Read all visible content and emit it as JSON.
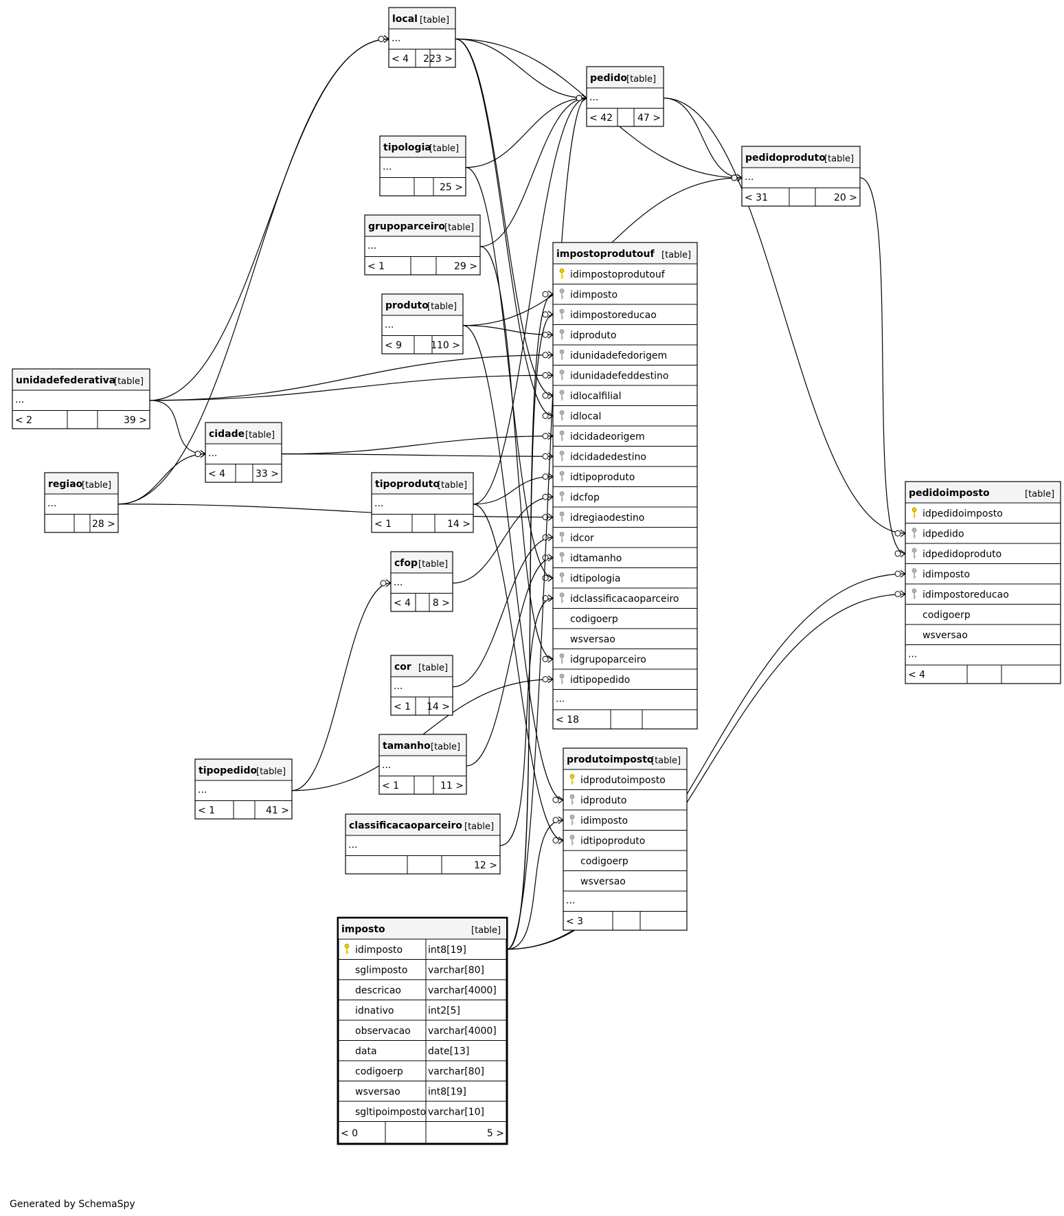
{
  "footer": "Generated by SchemaSpy",
  "tables": [
    {
      "id": "local",
      "name": "local",
      "tag": "[table]",
      "columns": [],
      "stats": [
        "< 4",
        "",
        "223 >"
      ]
    },
    {
      "id": "pedido",
      "name": "pedido",
      "tag": "[table]",
      "columns": [],
      "stats": [
        "< 42",
        "",
        "47 >"
      ]
    },
    {
      "id": "tipologia",
      "name": "tipologia",
      "tag": "[table]",
      "columns": [],
      "stats": [
        "",
        "",
        "25 >"
      ]
    },
    {
      "id": "pedidoproduto",
      "name": "pedidoproduto",
      "tag": "[table]",
      "columns": [],
      "stats": [
        "< 31",
        "",
        "20 >"
      ]
    },
    {
      "id": "grupoparceiro",
      "name": "grupoparceiro",
      "tag": "[table]",
      "columns": [],
      "stats": [
        "< 1",
        "",
        "29 >"
      ]
    },
    {
      "id": "produto",
      "name": "produto",
      "tag": "[table]",
      "columns": [],
      "stats": [
        "< 9",
        "",
        "110 >"
      ]
    },
    {
      "id": "unidadefederativa",
      "name": "unidadefederativa",
      "tag": "[table]",
      "columns": [],
      "stats": [
        "< 2",
        "",
        "39 >"
      ]
    },
    {
      "id": "cidade",
      "name": "cidade",
      "tag": "[table]",
      "columns": [],
      "stats": [
        "< 4",
        "",
        "33 >"
      ]
    },
    {
      "id": "regiao",
      "name": "regiao",
      "tag": "[table]",
      "columns": [],
      "stats": [
        "",
        "",
        "28 >"
      ]
    },
    {
      "id": "tipoproduto",
      "name": "tipoproduto",
      "tag": "[table]",
      "columns": [],
      "stats": [
        "< 1",
        "",
        "14 >"
      ]
    },
    {
      "id": "cfop",
      "name": "cfop",
      "tag": "[table]",
      "columns": [],
      "stats": [
        "< 4",
        "",
        "8 >"
      ]
    },
    {
      "id": "cor",
      "name": "cor",
      "tag": "[table]",
      "columns": [],
      "stats": [
        "< 1",
        "",
        "14 >"
      ]
    },
    {
      "id": "tamanho",
      "name": "tamanho",
      "tag": "[table]",
      "columns": [],
      "stats": [
        "< 1",
        "",
        "11 >"
      ]
    },
    {
      "id": "tipopedido",
      "name": "tipopedido",
      "tag": "[table]",
      "columns": [],
      "stats": [
        "< 1",
        "",
        "41 >"
      ]
    },
    {
      "id": "classificacaoparceiro",
      "name": "classificacaoparceiro",
      "tag": "[table]",
      "columns": [],
      "stats": [
        "",
        "",
        "12 >"
      ]
    },
    {
      "id": "impostoprodutouf",
      "name": "impostoprodutouf",
      "tag": "[table]",
      "columns": [
        {
          "name": "idimpostoprodutouf",
          "key": "pk"
        },
        {
          "name": "idimposto",
          "key": "fk"
        },
        {
          "name": "idimpostoreducao",
          "key": "fk"
        },
        {
          "name": "idproduto",
          "key": "fk"
        },
        {
          "name": "idunidadefedorigem",
          "key": "fk"
        },
        {
          "name": "idunidadefeddestino",
          "key": "fk"
        },
        {
          "name": "idlocalfilial",
          "key": "fk"
        },
        {
          "name": "idlocal",
          "key": "fk"
        },
        {
          "name": "idcidadeorigem",
          "key": "fk"
        },
        {
          "name": "idcidadedestino",
          "key": "fk"
        },
        {
          "name": "idtipoproduto",
          "key": "fk"
        },
        {
          "name": "idcfop",
          "key": "fk"
        },
        {
          "name": "idregiaodestino",
          "key": "fk"
        },
        {
          "name": "idcor",
          "key": "fk"
        },
        {
          "name": "idtamanho",
          "key": "fk"
        },
        {
          "name": "idtipologia",
          "key": "fk"
        },
        {
          "name": "idclassificacaoparceiro",
          "key": "fk"
        },
        {
          "name": "codigoerp",
          "key": ""
        },
        {
          "name": "wsversao",
          "key": ""
        },
        {
          "name": "idgrupoparceiro",
          "key": "fk"
        },
        {
          "name": "idtipopedido",
          "key": "fk"
        }
      ],
      "stats": [
        "< 18",
        "",
        ""
      ]
    },
    {
      "id": "produtoimposto",
      "name": "produtoimposto",
      "tag": "[table]",
      "columns": [
        {
          "name": "idprodutoimposto",
          "key": "pk"
        },
        {
          "name": "idproduto",
          "key": "fk"
        },
        {
          "name": "idimposto",
          "key": "fk"
        },
        {
          "name": "idtipoproduto",
          "key": "fk"
        },
        {
          "name": "codigoerp",
          "key": ""
        },
        {
          "name": "wsversao",
          "key": ""
        }
      ],
      "stats": [
        "< 3",
        "",
        ""
      ]
    },
    {
      "id": "pedidoimposto",
      "name": "pedidoimposto",
      "tag": "[table]",
      "columns": [
        {
          "name": "idpedidoimposto",
          "key": "pk"
        },
        {
          "name": "idpedido",
          "key": "fk"
        },
        {
          "name": "idpedidoproduto",
          "key": "fk"
        },
        {
          "name": "idimposto",
          "key": "fk"
        },
        {
          "name": "idimpostoreducao",
          "key": "fk"
        },
        {
          "name": "codigoerp",
          "key": ""
        },
        {
          "name": "wsversao",
          "key": ""
        }
      ],
      "stats": [
        "< 4",
        "",
        ""
      ]
    },
    {
      "id": "imposto",
      "name": "imposto",
      "tag": "[table]",
      "columns": [
        {
          "name": "idimposto",
          "type": "int8[19]",
          "key": "pk"
        },
        {
          "name": "sglimposto",
          "type": "varchar[80]",
          "key": ""
        },
        {
          "name": "descricao",
          "type": "varchar[4000]",
          "key": ""
        },
        {
          "name": "idnativo",
          "type": "int2[5]",
          "key": ""
        },
        {
          "name": "observacao",
          "type": "varchar[4000]",
          "key": ""
        },
        {
          "name": "data",
          "type": "date[13]",
          "key": ""
        },
        {
          "name": "codigoerp",
          "type": "varchar[80]",
          "key": ""
        },
        {
          "name": "wsversao",
          "type": "int8[19]",
          "key": ""
        },
        {
          "name": "sgltipoimposto",
          "type": "varchar[10]",
          "key": ""
        }
      ],
      "stats": [
        "< 0",
        "",
        "5 >"
      ]
    }
  ]
}
